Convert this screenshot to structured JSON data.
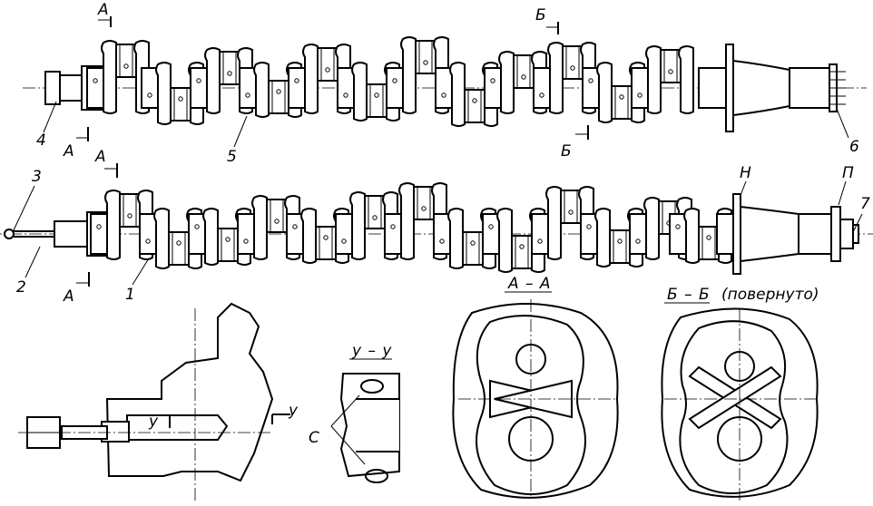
{
  "labels": {
    "top_shaft": {
      "part_4": "4",
      "part_5": "5",
      "part_6": "6",
      "section_a_top": "А",
      "section_a_bottom": "А",
      "section_b_top": "Б",
      "section_b_bottom": "Б"
    },
    "bottom_shaft": {
      "part_3": "3",
      "part_2": "2",
      "part_1": "1",
      "part_7": "7",
      "mark_n": "Н",
      "mark_p": "П",
      "section_a_top": "А",
      "section_a_bottom": "А"
    },
    "detail": {
      "section_mark": "у",
      "section_mark_2": "у"
    },
    "section_yy": {
      "title": "у – у",
      "mark_c": "С"
    },
    "section_aa": {
      "title": "А – А"
    },
    "section_bb": {
      "title": "Б – Б",
      "note": "(повернуто)"
    }
  },
  "colors": {
    "ink": "#000000",
    "paper": "#ffffff"
  }
}
